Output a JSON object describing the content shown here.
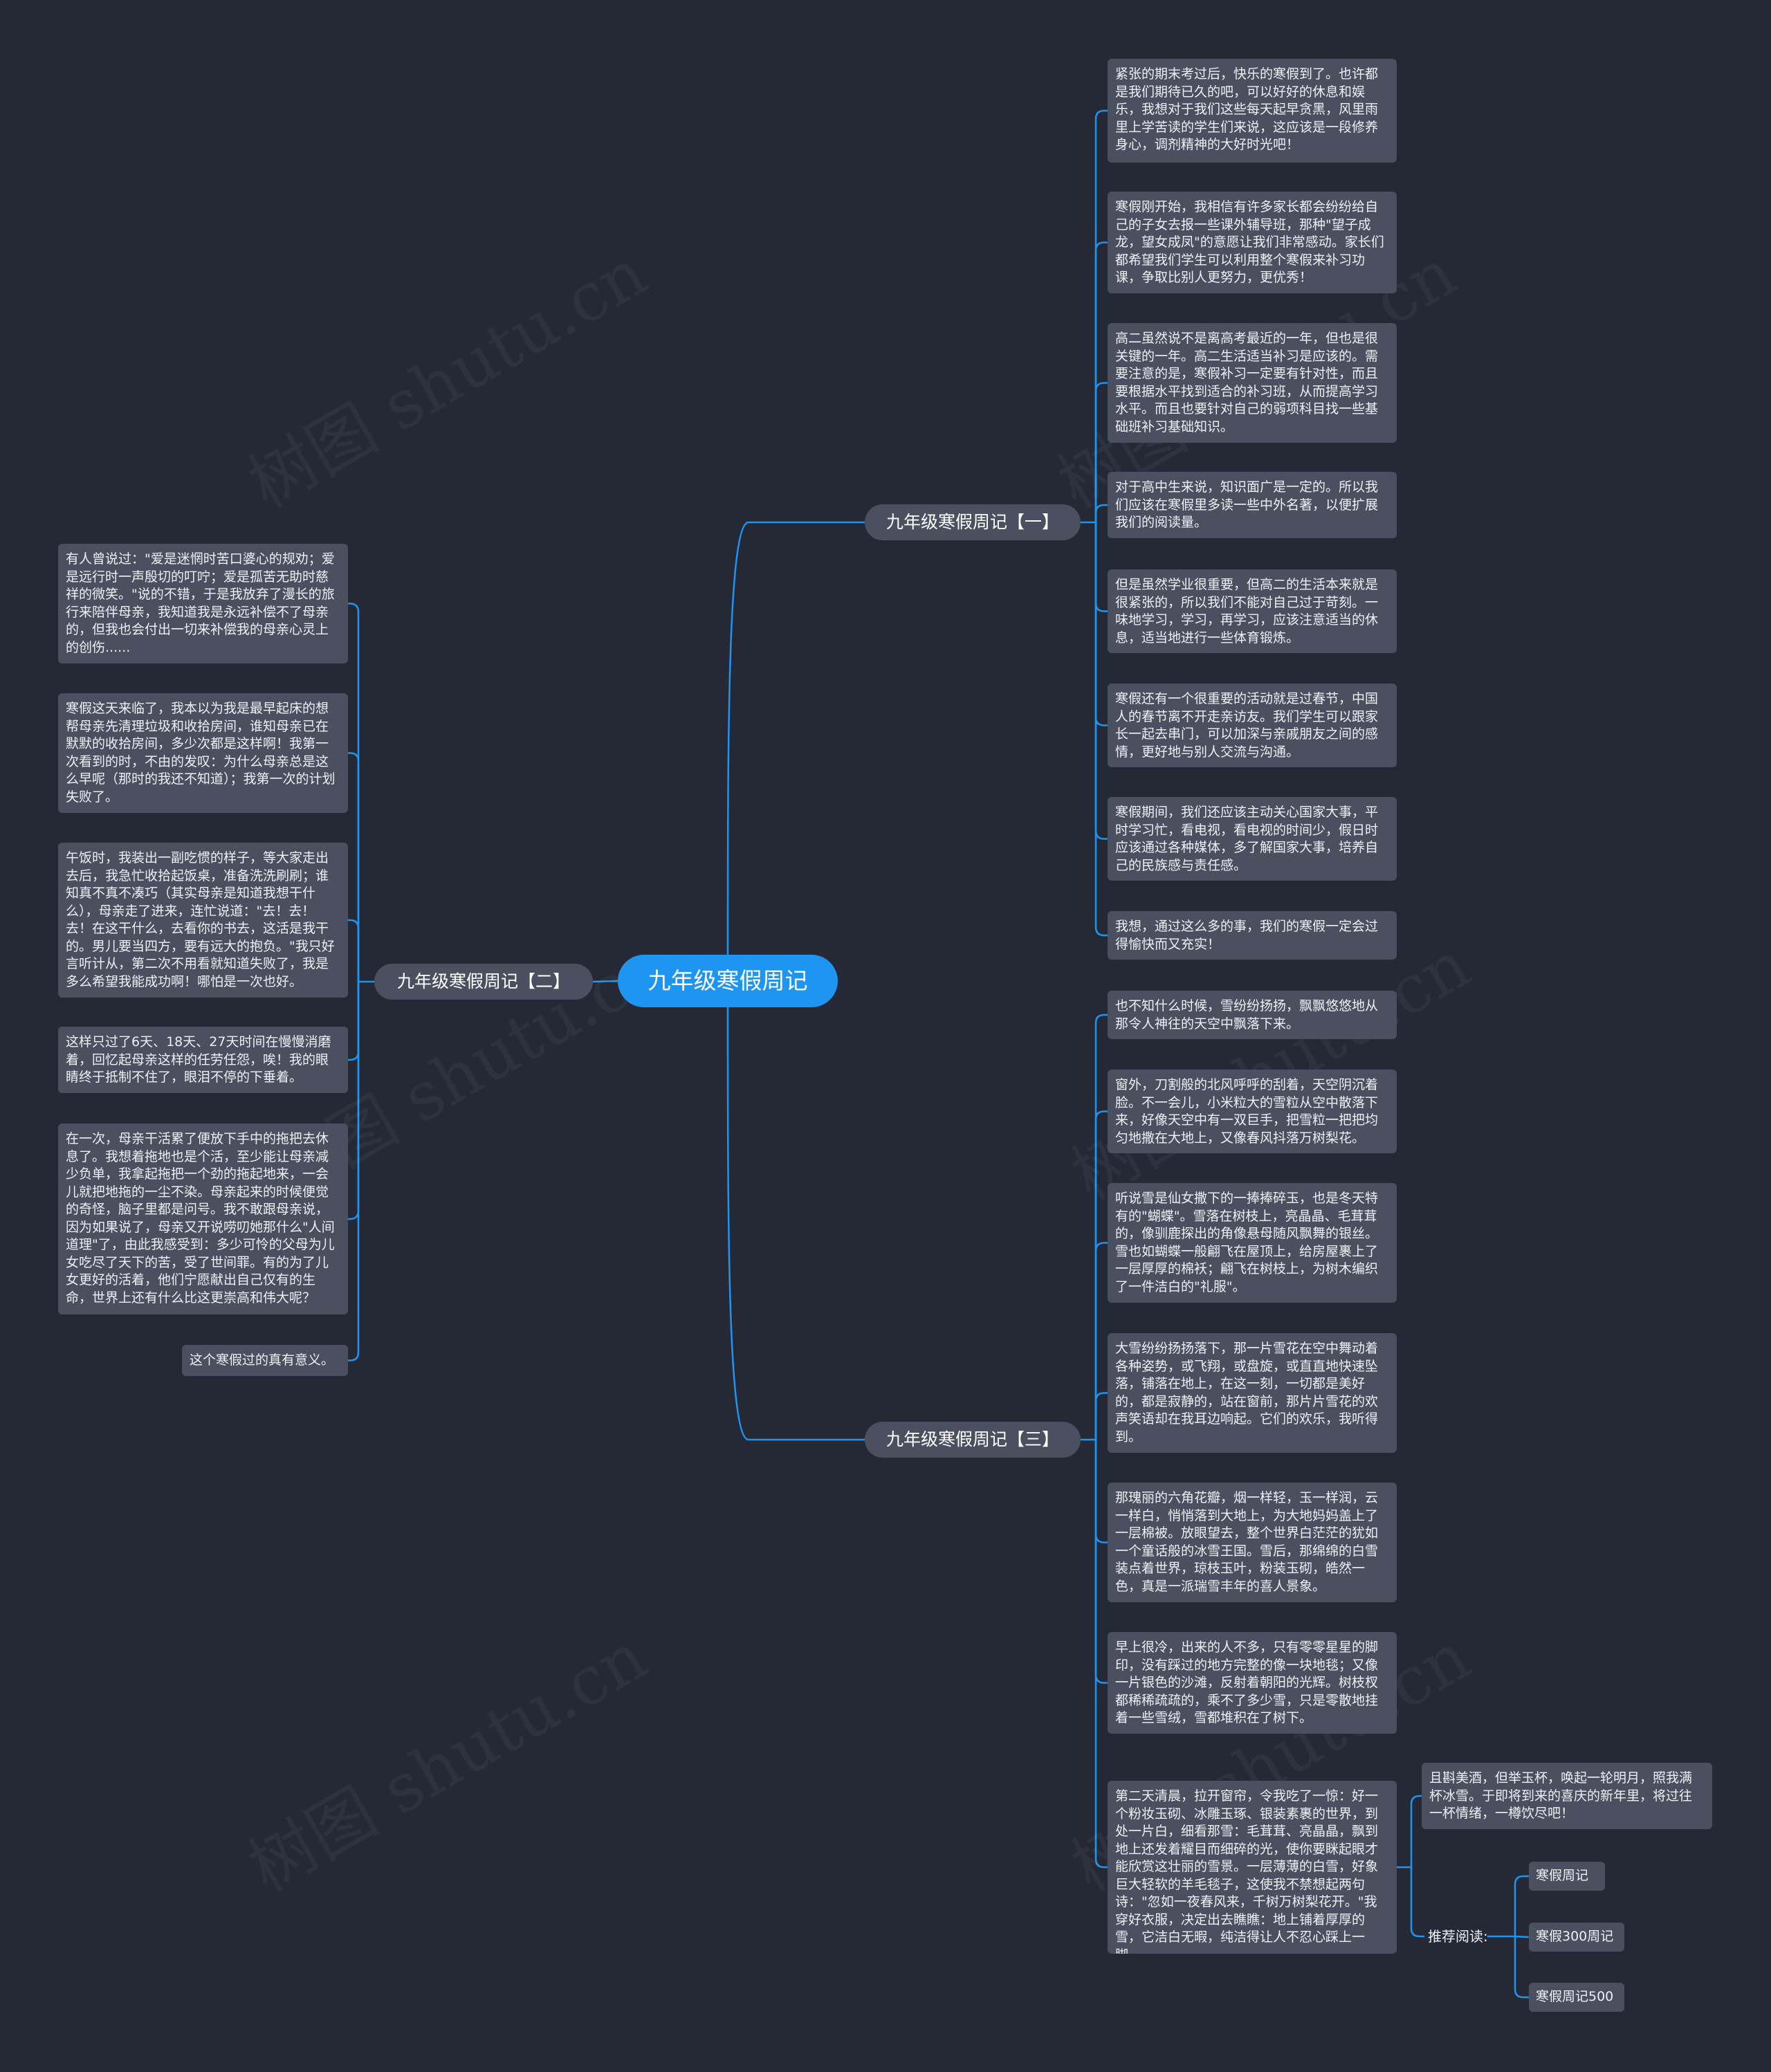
{
  "root": {
    "label": "九年级寒假周记"
  },
  "branches": [
    {
      "label": "九年级寒假周记【一】",
      "notes": [
        "紧张的期末考过后，快乐的寒假到了。也许都是我们期待已久的吧，可以好好的休息和娱乐，我想对于我们这些每天起早贪黑，风里雨里上学苦读的学生们来说，这应该是一段修养身心，调剂精神的大好时光吧！",
        "寒假刚开始，我相信有许多家长都会纷纷给自己的子女去报一些课外辅导班，那种\"望子成龙，望女成凤\"的意愿让我们非常感动。家长们都希望我们学生可以利用整个寒假来补习功课，争取比别人更努力，更优秀！",
        "高二虽然说不是离高考最近的一年，但也是很关键的一年。高二生活适当补习是应该的。需要注意的是，寒假补习一定要有针对性，而且要根据水平找到适合的补习班，从而提高学习水平。而且也要针对自己的弱项科目找一些基础班补习基础知识。",
        "对于高中生来说，知识面广是一定的。所以我们应该在寒假里多读一些中外名著，以便扩展我们的阅读量。",
        "但是虽然学业很重要，但高二的生活本来就是很紧张的，所以我们不能对自己过于苛刻。一味地学习，学习，再学习，应该注意适当的休息，适当地进行一些体育锻炼。",
        "寒假还有一个很重要的活动就是过春节，中国人的春节离不开走亲访友。我们学生可以跟家长一起去串门，可以加深与亲戚朋友之间的感情，更好地与别人交流与沟通。",
        "寒假期间，我们还应该主动关心国家大事，平时学习忙，看电视，看电视的时间少，假日时应该通过各种媒体，多了解国家大事，培养自己的民族感与责任感。",
        "我想，通过这么多的事，我们的寒假一定会过得愉快而又充实！"
      ]
    },
    {
      "label": "九年级寒假周记【二】",
      "notes": [
        "有人曾说过：\"爱是迷惘时苦口婆心的规劝；爱是远行时一声殷切的叮咛；爱是孤苦无助时慈祥的微笑。\"说的不错，于是我放弃了漫长的旅行来陪伴母亲，我知道我是永远补偿不了母亲的，但我也会付出一切来补偿我的母亲心灵上的创伤......",
        "寒假这天来临了，我本以为我是最早起床的想帮母亲先清理垃圾和收拾房间，谁知母亲已在默默的收拾房间，多少次都是这样啊！我第一次看到的时，不由的发叹：为什么母亲总是这么早呢（那时的我还不知道）；我第一次的计划失败了。",
        "午饭时，我装出一副吃惯的样子，等大家走出去后，我急忙收拾起饭桌，准备洗洗刷刷；谁知真不真不凑巧（其实母亲是知道我想干什么），母亲走了进来，连忙说道：\"去！去！去！在这干什么，去看你的书去，这活是我干的。男儿要当四方，要有远大的抱负。\"我只好言听计从，第二次不用看就知道失败了，我是多么希望我能成功啊！哪怕是一次也好。",
        "这样只过了6天、18天、27天时间在慢慢消磨着，回忆起母亲这样的任劳任怨，唉！我的眼睛终于抵制不住了，眼泪不停的下垂着。",
        "在一次，母亲干活累了便放下手中的拖把去休息了。我想着拖地也是个活，至少能让母亲减少负单，我拿起拖把一个劲的拖起地来，一会儿就把地拖的一尘不染。母亲起来的时候便觉的奇怪，脑子里都是问号。我不敢跟母亲说，因为如果说了，母亲又开说唠叨她那什么\"人间道理\"了，由此我感受到：多少可怜的父母为儿女吃尽了天下的苦，受了世间罪。有的为了儿女更好的活着，他们宁愿献出自己仅有的生命，世界上还有什么比这更崇高和伟大呢？",
        "这个寒假过的真有意义。"
      ]
    },
    {
      "label": "九年级寒假周记【三】",
      "notes": [
        "也不知什么时候，雪纷纷扬扬，飘飘悠悠地从那令人神往的天空中飘落下来。",
        "窗外，刀割般的北风呼呼的刮着，天空阴沉着脸。不一会儿，小米粒大的雪粒从空中散落下来，好像天空中有一双巨手，把雪粒一把把均匀地撒在大地上，又像春风抖落万树梨花。",
        "听说雪是仙女撒下的一捧捧碎玉，也是冬天特有的\"蝴蝶\"。雪落在树枝上，亮晶晶、毛茸茸的，像驯鹿探出的角像悬母随风飘舞的银丝。雪也如蝴蝶一般翩飞在屋顶上，给房屋裹上了一层厚厚的棉袄；翩飞在树枝上，为树木编织了一件洁白的\"礼服\"。",
        "大雪纷纷扬扬落下，那一片雪花在空中舞动着各种姿势，或飞翔，或盘旋，或直直地快速坠落，铺落在地上，在这一刻，一切都是美好的，都是寂静的，站在窗前，那片片雪花的欢声笑语却在我耳边响起。它们的欢乐，我听得到。",
        "那瑰丽的六角花瓣，烟一样轻，玉一样润，云一样白，悄悄落到大地上，为大地妈妈盖上了一层棉被。放眼望去，整个世界白茫茫的犹如一个童话般的冰雪王国。雪后，那绵绵的白雪装点着世界，琼枝玉叶，粉装玉砌，皓然一色，真是一派瑞雪丰年的喜人景象。",
        "早上很冷，出来的人不多，只有零零星星的脚印，没有踩过的地方完整的像一块地毯；又像一片银色的沙滩，反射着朝阳的光辉。树枝杈都稀稀疏疏的，乘不了多少雪，只是零散地挂着一些雪绒，雪都堆积在了树下。",
        "第二天清晨，拉开窗帘，令我吃了一惊：好一个粉妆玉砌、冰雕玉琢、银装素裹的世界，到处一片白，细看那雪：毛茸茸、亮晶晶，飘到地上还发着耀目而细碎的光，使你要眯起眼才能欣赏这壮丽的雪景。一层薄薄的白雪，好象巨大轻软的羊毛毯子，这使我不禁想起两句诗：\"忽如一夜春风来，千树万树梨花开。\"我穿好衣服，决定出去瞧瞧：地上铺着厚厚的雪，它洁白无暇，纯洁得让人不忍心踩上一脚。"
      ],
      "extra": {
        "note": "且斟美酒，但举玉杯，唤起一轮明月，照我满杯冰雪。于即将到来的喜庆的新年里，将过往一杯情绪，一樽饮尽吧！",
        "recommend_label": "推荐阅读:",
        "recommend_items": [
          "寒假周记",
          "寒假300周记",
          "寒假周记500"
        ]
      }
    }
  ],
  "watermark": "树图 shutu.cn",
  "colors": {
    "background": "#252936",
    "root": "#1f95f2",
    "node": "#4b5060",
    "link": "#1f95f2"
  }
}
